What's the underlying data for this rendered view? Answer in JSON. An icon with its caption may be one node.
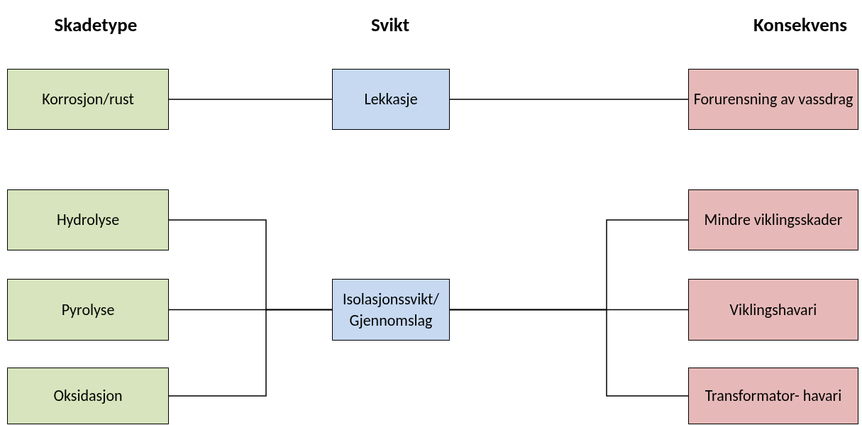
{
  "diagram": {
    "nodes": [
      {
        "text": [
          "Korrosjon/rust"
        ]
      },
      {
        "text": [
          "Lekkasje"
        ]
      },
      {
        "text": [
          "Forurensning av vassdrag"
        ]
      },
      {
        "text": [
          "Hydrolyse"
        ]
      },
      {
        "text": [
          "Pyrolyse"
        ]
      },
      {
        "text": [
          "Oksidasjon"
        ]
      },
      {
        "text": [
          "Isolasjonssvikt/ Gjennomslag"
        ]
      },
      {
        "text": [
          "Mindre viklingsskader"
        ]
      },
      {
        "text": [
          "Viklingshavari"
        ]
      },
      {
        "text": [
          "Transformator- havari"
        ]
      }
    ],
    "edges": [
      {
        "from": 0,
        "to": 1,
        "arrow": "none"
      },
      {
        "from": 1,
        "to": 2,
        "arrow": "none"
      },
      {
        "from": 3,
        "to": 6,
        "arrow": "none"
      },
      {
        "from": 4,
        "to": 6,
        "arrow": "none"
      },
      {
        "from": 5,
        "to": 6,
        "arrow": "none"
      },
      {
        "from": 6,
        "to": 7,
        "arrow": "none"
      },
      {
        "from": 6,
        "to": 8,
        "arrow": "none"
      },
      {
        "from": 6,
        "to": 9,
        "arrow": "none"
      }
    ],
    "labels": [
      "Skadetype",
      "Svikt",
      "Konsekvens"
    ]
  }
}
